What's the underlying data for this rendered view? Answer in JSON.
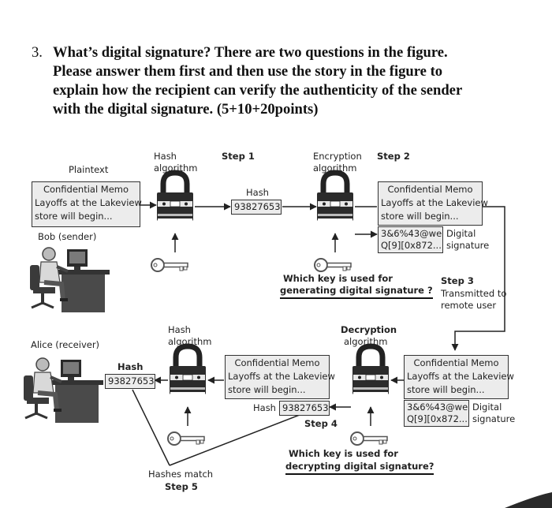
{
  "question": {
    "number": "3.",
    "lines": [
      "What’s digital signature? There are two questions in the figure.",
      "Please answer them first and then use the story in the figure to",
      "explain how the recipient can verify the authenticity of the sender",
      "with the digital signature. (5+10+20points)"
    ]
  },
  "figure": {
    "plaintext_label": "Plaintext",
    "hash_algorithm_1": [
      "Hash",
      "algorithm"
    ],
    "step1": "Step 1",
    "encryption_algorithm": [
      "Encryption",
      "algorithm"
    ],
    "step2": "Step 2",
    "memo_left": [
      "Confidential Memo",
      "Layoffs at the Lakeview",
      "store will begin..."
    ],
    "hash_box_1": {
      "label": "Hash",
      "value": "93827653"
    },
    "memo_right": [
      "Confidential Memo",
      "Layoffs at the Lakeview",
      "store will begin..."
    ],
    "cipher_right": [
      "3&6%43@we",
      "Q[9][0x872..."
    ],
    "digital_signature_right": [
      "Digital",
      "signature"
    ],
    "bob_label": "Bob (sender)",
    "question_generating": [
      "Which key is used for",
      "generating digital signature ?"
    ],
    "step3": [
      "Step 3",
      "Transmitted to",
      "remote user"
    ],
    "alice_label": "Alice (receiver)",
    "hash_algorithm_2": [
      "Hash",
      "algorithm"
    ],
    "decryption_algorithm": [
      "Decryption",
      "algorithm"
    ],
    "hash_box_alice": {
      "label": "Hash",
      "value": "93827653"
    },
    "memo_center": [
      "Confidential Memo",
      "Layoffs at the Lakeview",
      "store will begin..."
    ],
    "hash_box_center": {
      "label": "Hash",
      "value": "93827653"
    },
    "step4": "Step 4",
    "memo_bottom_right": [
      "Confidential Memo",
      "Layoffs at the Lakeview",
      "store will begin..."
    ],
    "cipher_bottom_right": [
      "3&6%43@we",
      "Q[9][0x872..."
    ],
    "digital_signature_bottom": [
      "Digital",
      "signature"
    ],
    "question_decrypting": [
      "Which key is used for",
      "decrypting digital signature?"
    ],
    "hashes_match": [
      "Hashes match",
      "Step 5"
    ]
  }
}
